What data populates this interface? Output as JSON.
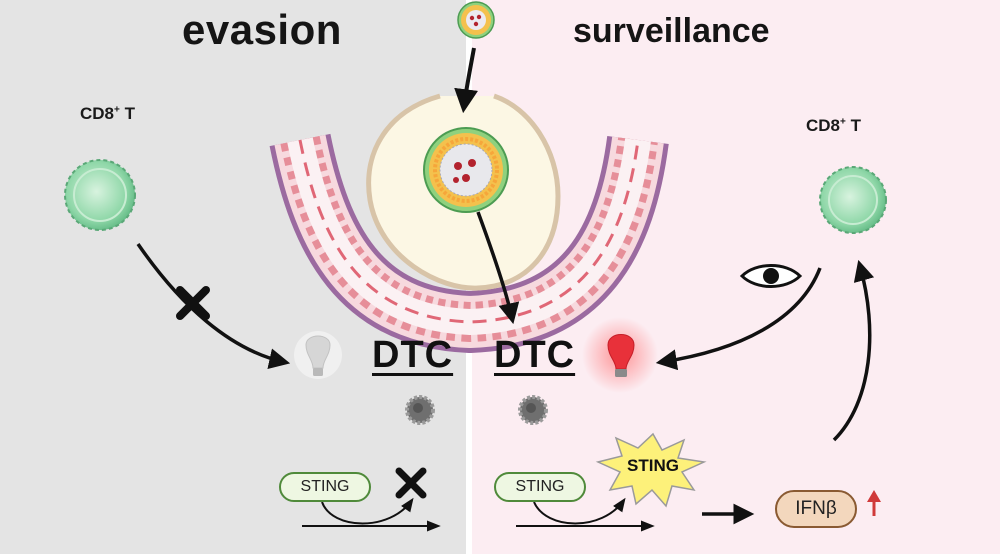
{
  "titles": {
    "left": "evasion",
    "right": "surveillance"
  },
  "cells": {
    "left_label_main": "CD8",
    "left_label_sup": "+",
    "left_label_tail": " T",
    "right_label_main": "CD8",
    "right_label_sup": "+",
    "right_label_tail": " T"
  },
  "dtc": {
    "left": "DTC",
    "right": "DTC"
  },
  "pathway": {
    "sting_left": "STING",
    "sting_right": "STING",
    "sting_activated": "STING",
    "ifn": "IFNβ"
  },
  "colors": {
    "left_bg": "#e4e4e4",
    "right_bg": "#fcedf2",
    "tcell": "#8fd7a8",
    "bulb_on": "#e8313a",
    "bulb_off": "#d9d9d9",
    "vessel_outer": "#9b6aa0",
    "vessel_inner": "#e89aa3",
    "sting_burst": "#fdf17a",
    "ifn_fill": "#f3d7bd",
    "up_arrow": "#d03a3a"
  },
  "icons": [
    "t-cell-icon",
    "lightbulb-off-icon",
    "lightbulb-on-icon",
    "eye-icon",
    "cross-icon",
    "nanoparticle-icon",
    "tumor-cell-icon",
    "blood-vessel-icon",
    "up-arrow-icon"
  ]
}
